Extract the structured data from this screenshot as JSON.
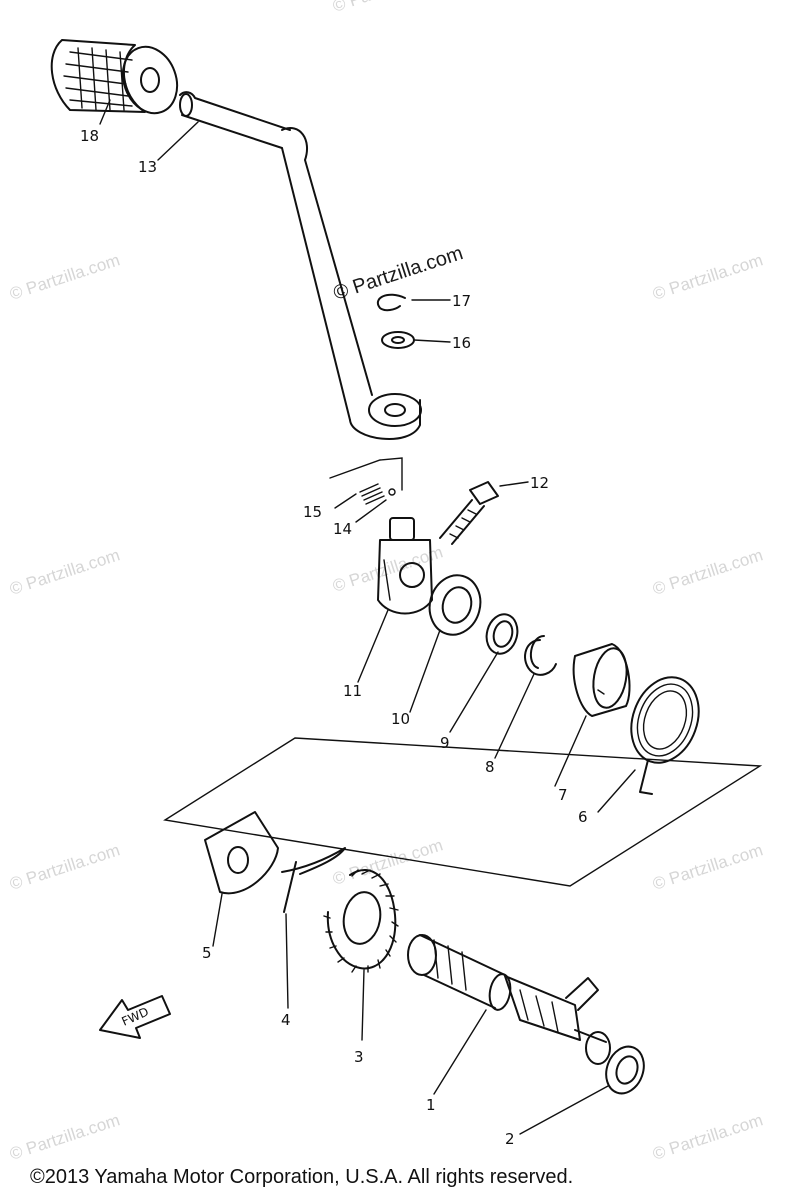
{
  "watermarks": {
    "main": "© Partzilla.com",
    "faint": "© Partzilla.com"
  },
  "callouts": [
    {
      "id": "1",
      "label": "1"
    },
    {
      "id": "2",
      "label": "2"
    },
    {
      "id": "3",
      "label": "3"
    },
    {
      "id": "4",
      "label": "4"
    },
    {
      "id": "5",
      "label": "5"
    },
    {
      "id": "6",
      "label": "6"
    },
    {
      "id": "7",
      "label": "7"
    },
    {
      "id": "8",
      "label": "8"
    },
    {
      "id": "9",
      "label": "9"
    },
    {
      "id": "10",
      "label": "10"
    },
    {
      "id": "11",
      "label": "11"
    },
    {
      "id": "12",
      "label": "12"
    },
    {
      "id": "13",
      "label": "13"
    },
    {
      "id": "14",
      "label": "14"
    },
    {
      "id": "15",
      "label": "15"
    },
    {
      "id": "16",
      "label": "16"
    },
    {
      "id": "17",
      "label": "17"
    },
    {
      "id": "18",
      "label": "18"
    }
  ],
  "direction_marker": "FWD",
  "footer": {
    "copyright": "©2013  Yamaha Motor Corporation, U.S.A. All rights reserved."
  }
}
